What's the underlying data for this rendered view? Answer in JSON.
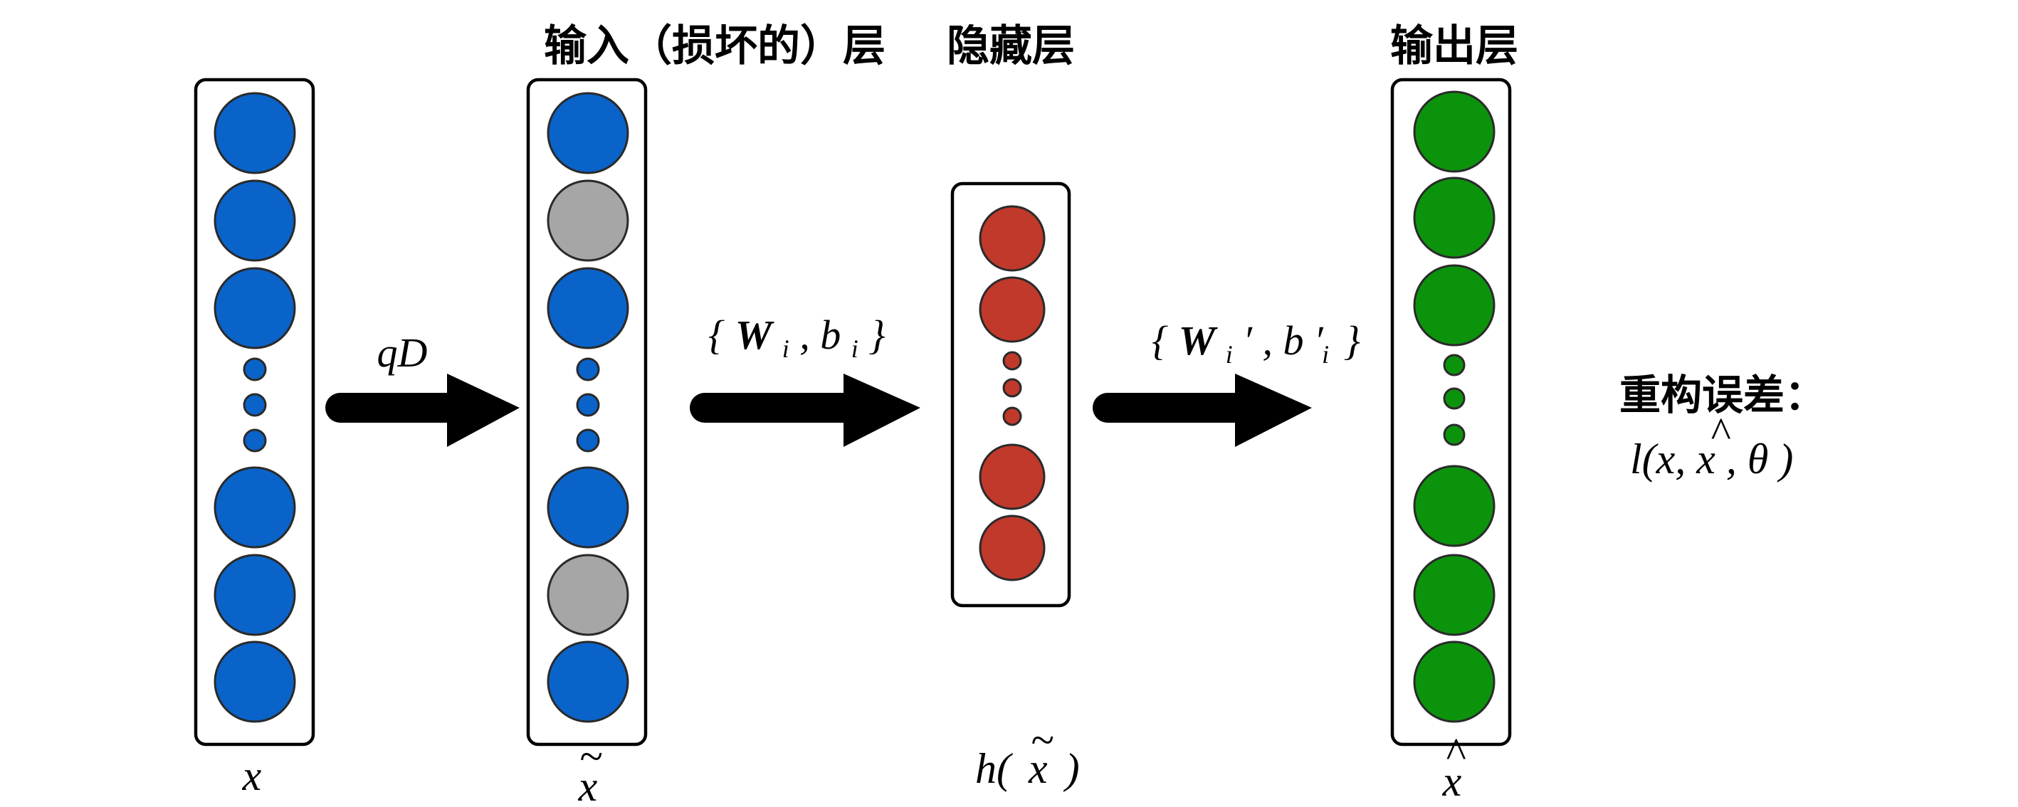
{
  "layers": [
    {
      "title": "",
      "label": "x",
      "nodes": [
        "blue",
        "blue",
        "blue",
        "dot",
        "dot",
        "dot",
        "blue",
        "blue",
        "blue"
      ]
    },
    {
      "title": "输入（损坏的）层",
      "label": "x",
      "label_accent": "~",
      "nodes": [
        "blue",
        "gray",
        "blue",
        "dot",
        "dot",
        "dot",
        "blue",
        "gray",
        "blue"
      ]
    },
    {
      "title": "隐藏层",
      "label_prefix": "h(",
      "label_var": "x",
      "label_accent": "~",
      "label_suffix": ")",
      "nodes": [
        "red",
        "red",
        "dot",
        "dot",
        "dot",
        "red",
        "red"
      ]
    },
    {
      "title": "输出层",
      "label": "x",
      "label_accent": "^",
      "nodes": [
        "green",
        "green",
        "green",
        "dot",
        "dot",
        "dot",
        "green",
        "green",
        "green"
      ]
    }
  ],
  "arrows": [
    {
      "label_parts": [
        "qD"
      ]
    },
    {
      "label_parts": [
        "{",
        "W",
        "i",
        ", ",
        "b",
        "i",
        "}"
      ]
    },
    {
      "label_parts": [
        "{",
        "W",
        "i",
        "′",
        ", ",
        "b",
        "′",
        "i",
        "}"
      ]
    }
  ],
  "reconstruction": {
    "title": "重构误差：",
    "formula_prefix": "l(x, ",
    "formula_var": "x",
    "formula_accent": "^",
    "formula_suffix": ", θ )"
  },
  "colors": {
    "blue": "#0a63c9",
    "gray": "#a6a6a6",
    "red": "#c0392b",
    "green": "#0c930c",
    "arrow": "#000000"
  }
}
